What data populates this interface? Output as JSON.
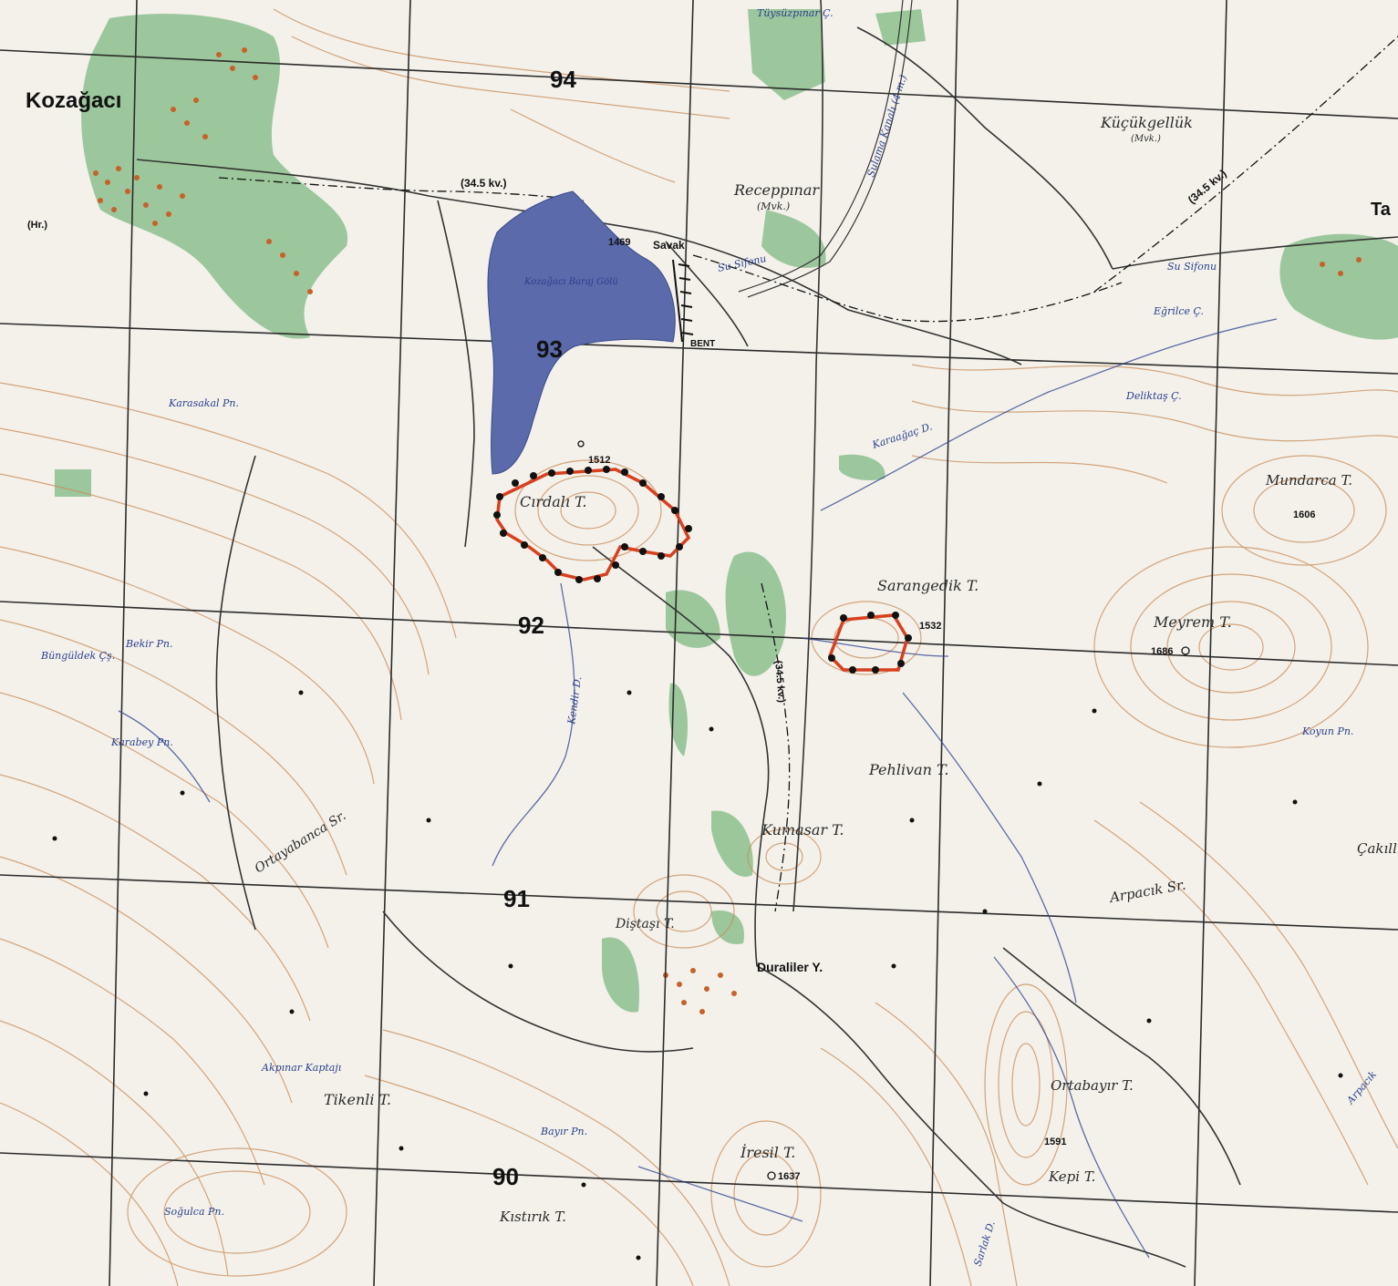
{
  "map": {
    "grid_numbers": [
      "94",
      "93",
      "92",
      "91",
      "90"
    ],
    "colors": {
      "paper": "#f3f1ea",
      "forest": "#8cc08e",
      "contour": "#c98a55",
      "lake": "#5a6aaa",
      "grid": "#2b2b2b",
      "boundary": "#d8401e",
      "water": "#2a3f8f"
    },
    "settlements": {
      "kozagaci": "Kozağacı",
      "duraliler": "Duraliler Y.",
      "ta": "Ta",
      "hr": "(Hr.)"
    },
    "features": {
      "lake": "Kozağacı Baraj Gölü",
      "bent": "BENT",
      "savak": "Savak",
      "savak_elev": "1469",
      "receppinar": "Receppınar",
      "receppinar_mvk": "(Mvk.)",
      "kucukgelluk": "Küçükgellük",
      "kucukgelluk_mvk": "(Mvk.)",
      "su_sifonu_1": "Su Sifonu",
      "su_sifonu_2": "Su Sifonu",
      "power_1": "(34.5 kv.)",
      "power_2": "(34.5 kv.)",
      "power_3": "(34.5 kv.)",
      "sulama_kanali": "Sulama Kanalı (4 m.)",
      "top_cay": "Tüysüzpınar Ç.",
      "egrilce": "Eğrilce Ç.",
      "deliktas": "Deliktaş Ç.",
      "karaagac": "Karaağaç D."
    },
    "hills": {
      "cirdali": "Cırdalı T.",
      "cirdali_elev": "1512",
      "sarangedik": "Sarangedik T.",
      "sarangedik_elev": "1532",
      "mundarca": "Mundarca T.",
      "mundarca_elev": "1606",
      "meyrem": "Meyrem T.",
      "meyrem_elev": "1686",
      "pehlivan": "Pehlivan T.",
      "kumasar": "Kumasar T.",
      "distasi": "Diştaşı T.",
      "ortabayir": "Ortabayır T.",
      "ortabayir_elev": "1591",
      "kepi": "Kepi T.",
      "iresil": "İresil T.",
      "iresil_elev": "1637",
      "tikenli": "Tikenli T.",
      "kistirik": "Kıstırık T.",
      "cakilli": "Çakıllı"
    },
    "springs": {
      "karasakal": "Karasakal Pn.",
      "bekir": "Bekir Pn.",
      "bunguldek": "Büngüldek Çş.",
      "karabey": "Karabey Pn.",
      "akpinar": "Akpınar Kaptajı",
      "bayir": "Bayır Pn.",
      "soguluca": "Soğulca Pn.",
      "koyun": "Koyun Pn."
    },
    "streams": {
      "kendir": "Kendir D.",
      "ortayabanca": "Ortayabanca Sr.",
      "arpacik_sr": "Arpacık Sr.",
      "arpacik": "Arpacık",
      "sarluk": "Sarlak D."
    }
  }
}
